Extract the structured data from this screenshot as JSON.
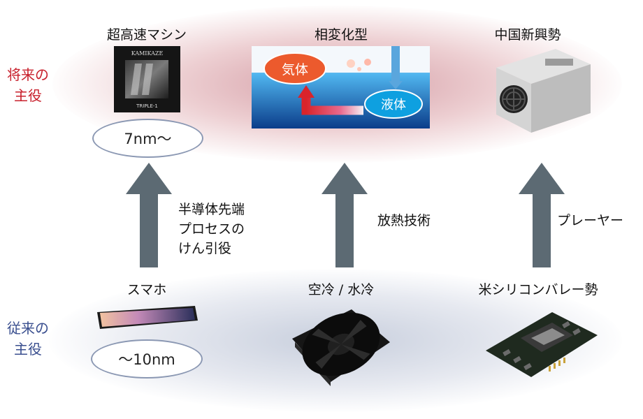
{
  "rows": {
    "future_label": [
      "将来の",
      "主役"
    ],
    "past_label": [
      "従来の",
      "主役"
    ]
  },
  "columns": [
    {
      "top_title": "超高速マシン",
      "top_tag": "7nm〜",
      "chip_text_top": "KAMIKAZE",
      "chip_text_bottom": "TRIPLE-1",
      "arrow_text": [
        "半導体先端",
        "プロセスの",
        "けん引役"
      ],
      "bottom_title": "スマホ",
      "bottom_tag": "〜10nm"
    },
    {
      "top_title": "相変化型",
      "gas_label": "気体",
      "liquid_label": "液体",
      "arrow_text": [
        "放熱技術"
      ],
      "bottom_title": "空冷 / 水冷"
    },
    {
      "top_title": "中国新興勢",
      "arrow_text": [
        "プレーヤー"
      ],
      "bottom_title": "米シリコンバレー勢"
    }
  ],
  "colors": {
    "future": "#c8202c",
    "past": "#3a4f8f",
    "arrow": "#5c6a73",
    "oval_border": "#8b98b3"
  }
}
